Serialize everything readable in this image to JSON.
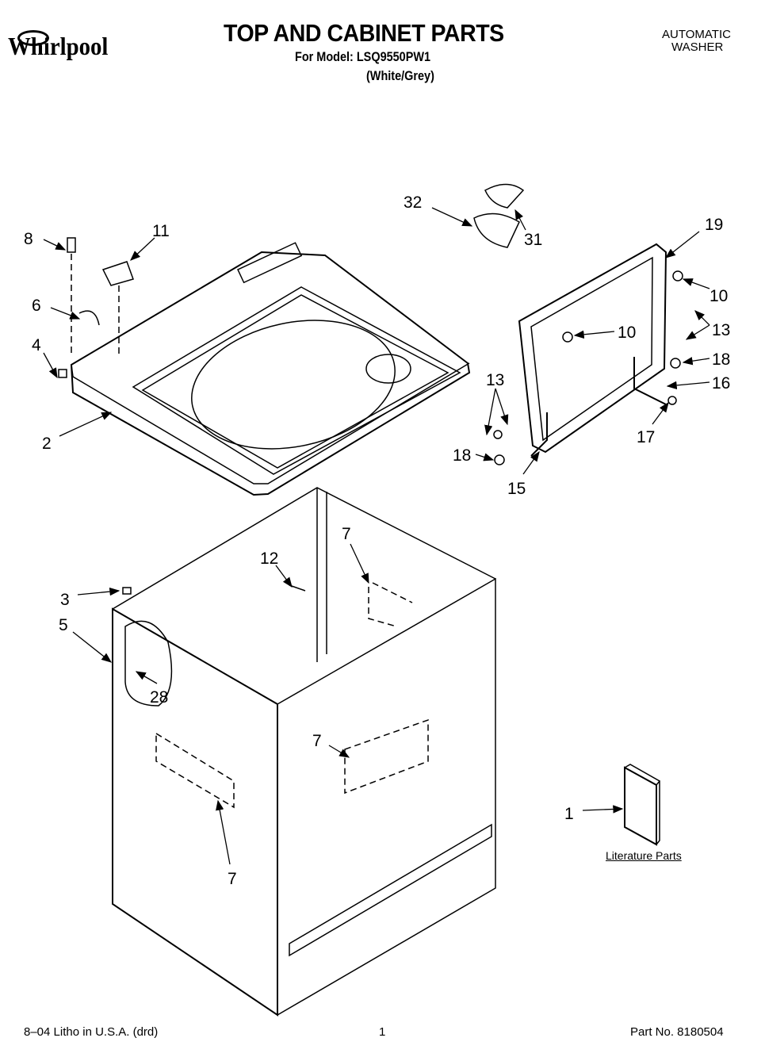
{
  "header": {
    "brand": "Whirlpool",
    "title": "TOP AND CABINET PARTS",
    "model": "For Model: LSQ9550PW1",
    "color": "(White/Grey)",
    "product_line1": "AUTOMATIC",
    "product_line2": "WASHER"
  },
  "callouts": [
    "8",
    "11",
    "6",
    "4",
    "2",
    "32",
    "31",
    "19",
    "10",
    "10",
    "13",
    "18",
    "16",
    "17",
    "13",
    "18",
    "15",
    "12",
    "7",
    "3",
    "5",
    "28",
    "7",
    "7",
    "1"
  ],
  "literature_label": "Literature Parts",
  "footer": {
    "litho": "8–04 Litho in U.S.A. (drd)",
    "page": "1",
    "part_no": "Part No. 8180504"
  }
}
